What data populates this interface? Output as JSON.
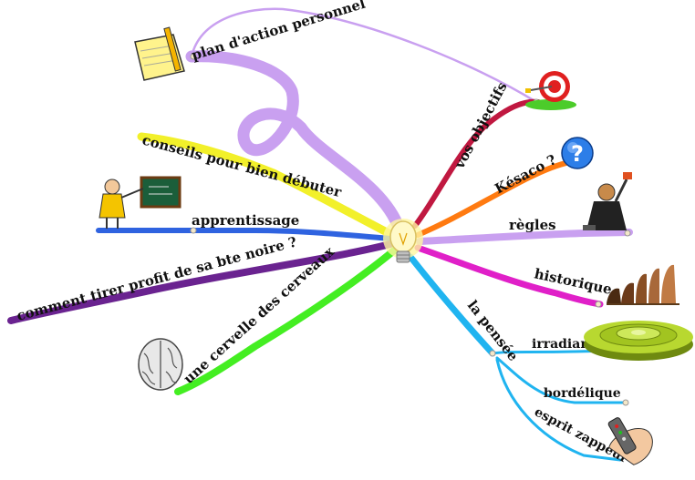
{
  "center": {
    "icon": "lightbulb-icon"
  },
  "branches": {
    "plan": "plan d'action personnel",
    "conseils": "conseils pour bien débuter",
    "apprentissage": "apprentissage",
    "comment": "comment tirer profit de sa bte noire ?",
    "cervelle": "une cervelle des cerveaux",
    "objectifs": "vos objectifs",
    "kesaco": "Késaco ?",
    "regles": "règles",
    "historique": "historique",
    "pensee": "la pensée",
    "irradiante": "irradiante",
    "bordelique": "bordélique",
    "zappeur": "esprit zappeur"
  },
  "icons": {
    "plan": "notepad-pencil-icon",
    "objectifs": "target-icon",
    "kesaco": "question-mark-icon",
    "regles": "judge-icon",
    "apprentissage": "teacher-blackboard-icon",
    "historique": "human-evolution-icon",
    "irradiante": "green-disc-icon",
    "cervelle": "brain-icon",
    "zappeur": "remote-control-icon"
  },
  "colors": {
    "plan": "#c9a0f0",
    "conseils": "#f2f02a",
    "apprentissage": "#2f63e0",
    "comment": "#6a2390",
    "cervelle": "#44ee22",
    "objectifs": "#c01840",
    "kesaco": "#ff7a10",
    "regles": "#c9a0f0",
    "historique": "#e020c8",
    "pensee": "#20b4f0"
  }
}
